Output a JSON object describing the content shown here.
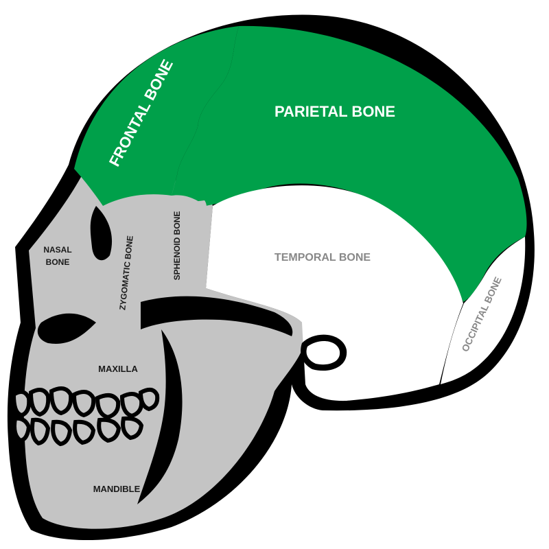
{
  "colors": {
    "highlight": "#00A04A",
    "bone": "#C4C4C4",
    "outline": "#000000",
    "background": "#FFFFFF",
    "label_light": "#FFFFFF",
    "label_dark": "#1A1A1A",
    "label_gray": "#888888"
  },
  "labels": {
    "frontal": "FRONTAL BONE",
    "parietal": "PARIETAL BONE",
    "temporal": "TEMPORAL BONE",
    "occipital": "OCCIPITAL BONE",
    "sphenoid": "SPHENOID BONE",
    "zygomatic": "ZYGOMATIC BONE",
    "nasal_line1": "NASAL",
    "nasal_line2": "BONE",
    "maxilla": "MAXILLA",
    "mandible": "MANDIBLE"
  },
  "highlighted_bones": [
    "frontal",
    "parietal"
  ]
}
